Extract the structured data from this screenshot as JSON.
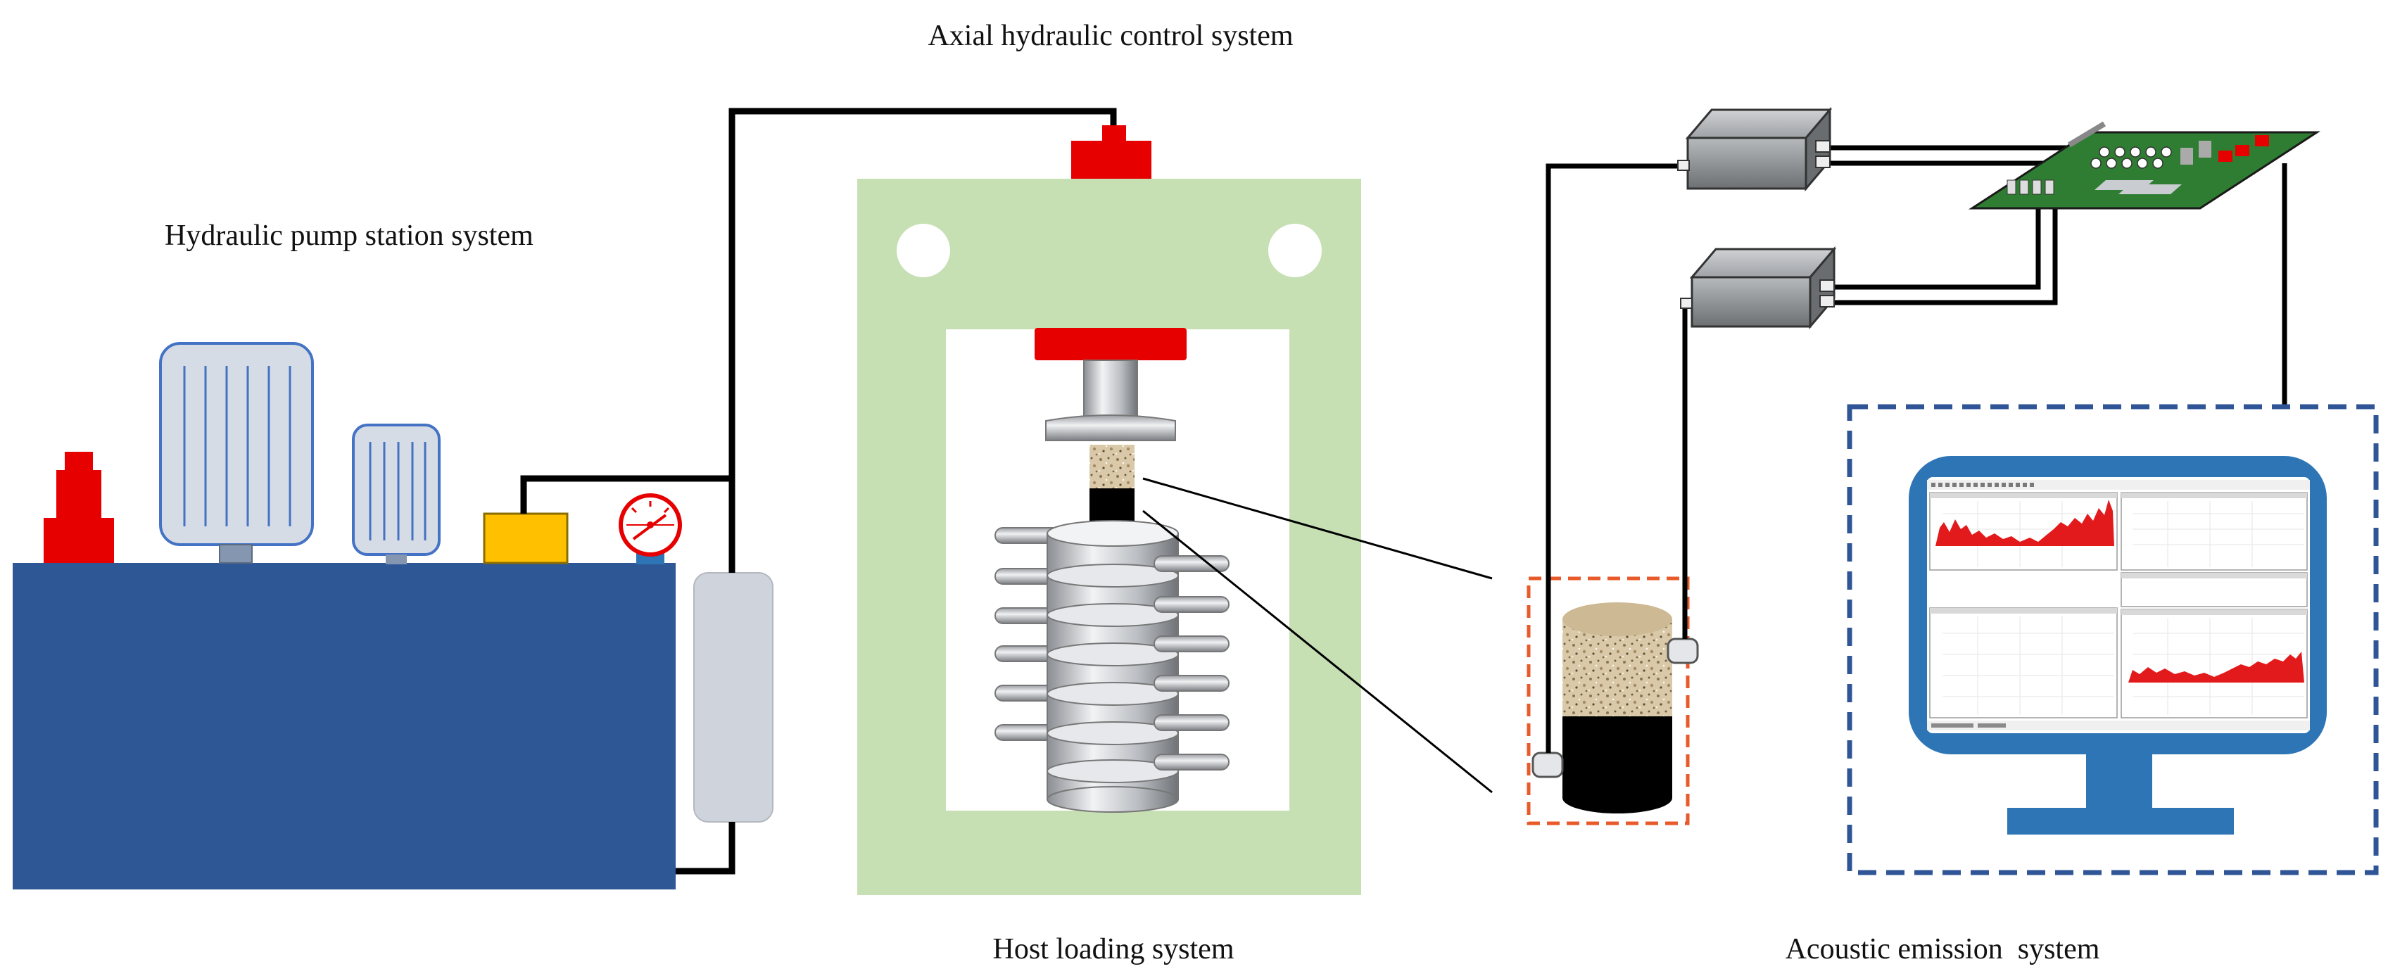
{
  "labels": {
    "axial": "Axial hydraulic control system",
    "pump": "Hydraulic pump station system",
    "host": "Host loading system",
    "acoustic": "Acoustic emission  system"
  },
  "colors": {
    "tank": "#2e5796",
    "frame": "#c6e0b4",
    "red": "#e60000",
    "yellow": "#ffc000",
    "motor": "#d6dce5",
    "motor_border": "#4472c4",
    "monitor": "#2e75b6",
    "pcb": "#2f7d32",
    "highlight_box": "#e85a2a",
    "ae_box": "#2f5597",
    "signal": "#e31a1c"
  },
  "icons": {
    "gauge": "pressure-gauge-icon",
    "motor": "electric-motor-icon",
    "valve": "red-valve-icon",
    "sensor": "acoustic-sensor-icon",
    "preamp": "preamplifier-icon",
    "card": "acquisition-card-icon",
    "monitor": "monitor-icon"
  }
}
